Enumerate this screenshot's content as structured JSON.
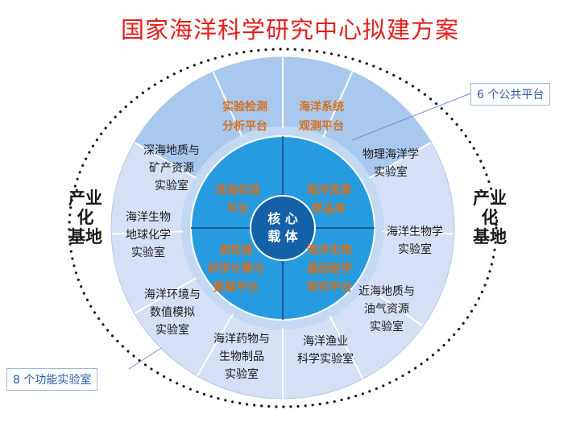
{
  "title": "国家海洋科学研究中心拟建方案",
  "callouts": {
    "platforms": "6 个公共平台",
    "labs": "8 个功能实验室"
  },
  "side_labels": {
    "left": [
      "产业化",
      "基地"
    ],
    "right": [
      "产业化",
      "基地"
    ]
  },
  "core": [
    "核 心",
    "载 体"
  ],
  "inner_platforms": [
    [
      "滨海实验",
      "平台"
    ],
    [
      "海洋资源",
      "样品库"
    ],
    [
      "海洋生物",
      "基因组学",
      "研究平台"
    ],
    [
      "高性能",
      "科学计算与",
      "数据平台"
    ]
  ],
  "outer_platforms": [
    [
      "实验检测",
      "分析平台"
    ],
    [
      "海洋系统",
      "观测平台"
    ]
  ],
  "labs": [
    [
      "物理海洋学",
      "实验室"
    ],
    [
      "海洋生物学",
      "实验室"
    ],
    [
      "近海地质与",
      "油气资源",
      "实验室"
    ],
    [
      "海洋渔业",
      "科学实验室"
    ],
    [
      "海洋药物与",
      "生物制品",
      "实验室"
    ],
    [
      "海洋环境与",
      "数值模拟",
      "实验室"
    ],
    [
      "海洋生物",
      "地球化学",
      "实验室"
    ],
    [
      "深海地质与",
      "矿产资源",
      "实验室"
    ]
  ],
  "colors": {
    "title": "#e0201c",
    "outer_ring": "#d5dff5",
    "platform_band": "#a9c8ee",
    "inner_disc": "#279be0",
    "core": "#1461a8",
    "orange_text": "#d4701e",
    "divider": "#ffffff"
  }
}
